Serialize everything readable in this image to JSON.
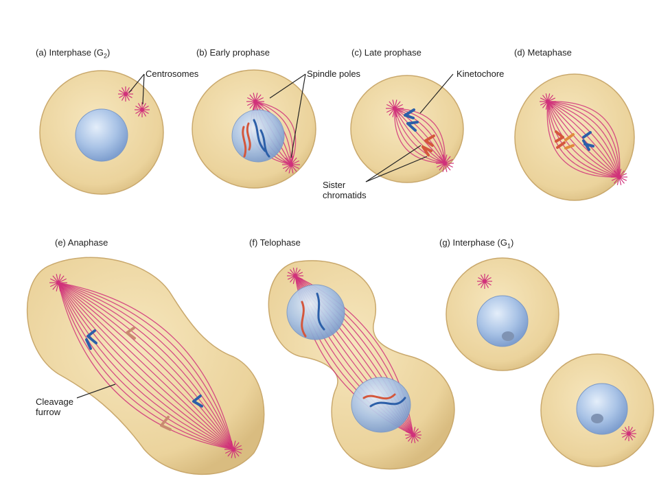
{
  "panels": {
    "a": {
      "prefix": "(a) Interphase (G",
      "sub": "2",
      "suffix": ")"
    },
    "b": {
      "title": "(b) Early prophase"
    },
    "c": {
      "title": "(c) Late prophase"
    },
    "d": {
      "title": "(d) Metaphase"
    },
    "e": {
      "title": "(e) Anaphase"
    },
    "f": {
      "title": "(f) Telophase"
    },
    "g": {
      "prefix": "(g) Interphase (G",
      "sub": "1",
      "suffix": ")"
    }
  },
  "callouts": {
    "centrosomes": "Centrosomes",
    "spindle_poles": "Spindle poles",
    "kinetochore": "Kinetochore",
    "sister_line1": "Sister",
    "sister_line2": "chromatids",
    "cleavage_line1": "Cleavage",
    "cleavage_line2": "furrow"
  },
  "colors": {
    "cytoplasm": "#efd9a6",
    "cell_outline": "#c9a86c",
    "nucleus": "#a9c3e6",
    "spindle": "#d0317a",
    "chromatid_blue": "#2c5fa8",
    "chromatid_red": "#d4573c"
  }
}
